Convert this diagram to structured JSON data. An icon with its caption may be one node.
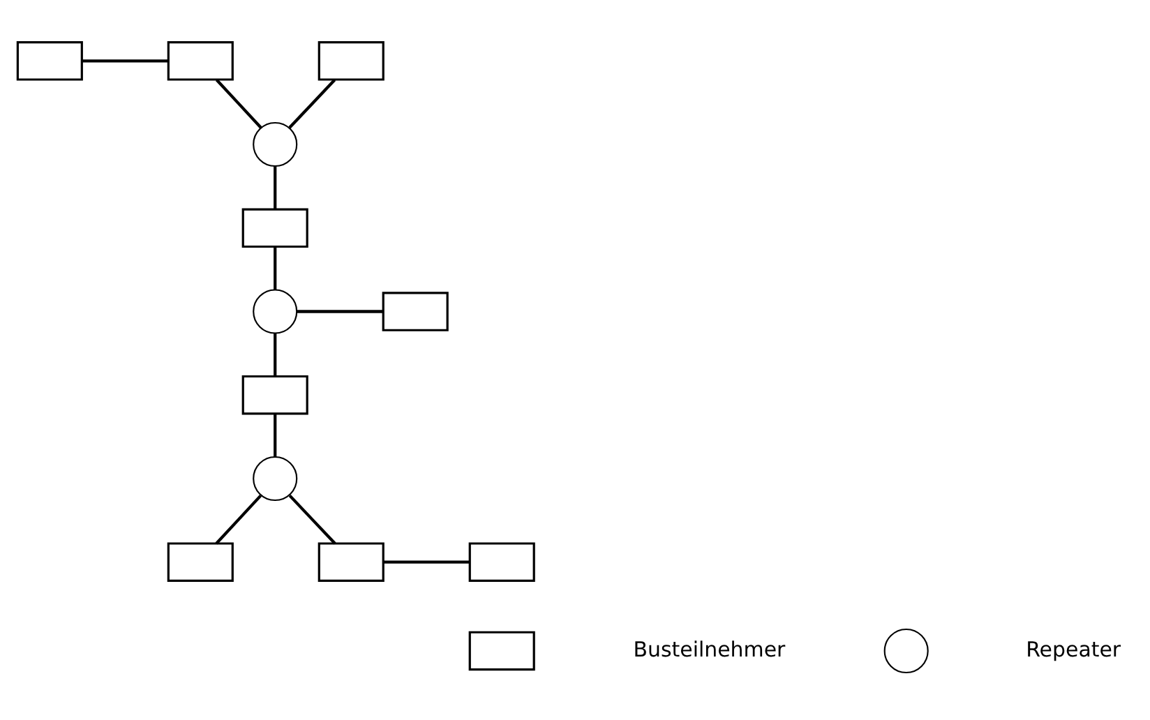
{
  "diagram": {
    "nodes": [
      {
        "text": [],
        "shape": "box"
      },
      {
        "text": [],
        "shape": "box"
      },
      {
        "text": [],
        "shape": "box"
      },
      {
        "text": [],
        "shape": "circle"
      },
      {
        "text": [],
        "shape": "box"
      },
      {
        "text": [],
        "shape": "circle"
      },
      {
        "text": [],
        "shape": "box"
      },
      {
        "text": [],
        "shape": "box"
      },
      {
        "text": [],
        "shape": "circle"
      },
      {
        "text": [],
        "shape": "box"
      },
      {
        "text": [],
        "shape": "box"
      },
      {
        "text": [],
        "shape": "box"
      },
      {
        "text": [],
        "shape": "box"
      },
      {
        "text": [],
        "shape": "circle"
      }
    ],
    "edges": [
      {
        "from": 0,
        "to": 1,
        "arrow": "none"
      },
      {
        "from": 1,
        "to": 3,
        "arrow": "none"
      },
      {
        "from": 3,
        "to": 2,
        "arrow": "none"
      },
      {
        "from": 3,
        "to": 4,
        "arrow": "none"
      },
      {
        "from": 4,
        "to": 5,
        "arrow": "none"
      },
      {
        "from": 5,
        "to": 6,
        "arrow": "none"
      },
      {
        "from": 5,
        "to": 7,
        "arrow": "none"
      },
      {
        "from": 7,
        "to": 8,
        "arrow": "none"
      },
      {
        "from": 8,
        "to": 9,
        "arrow": "none"
      },
      {
        "from": 8,
        "to": 10,
        "arrow": "none"
      },
      {
        "from": 10,
        "to": 11,
        "arrow": "none"
      }
    ],
    "legend": [
      {
        "text": "Busteilnehmer"
      },
      {
        "text": "Repeater"
      }
    ]
  }
}
